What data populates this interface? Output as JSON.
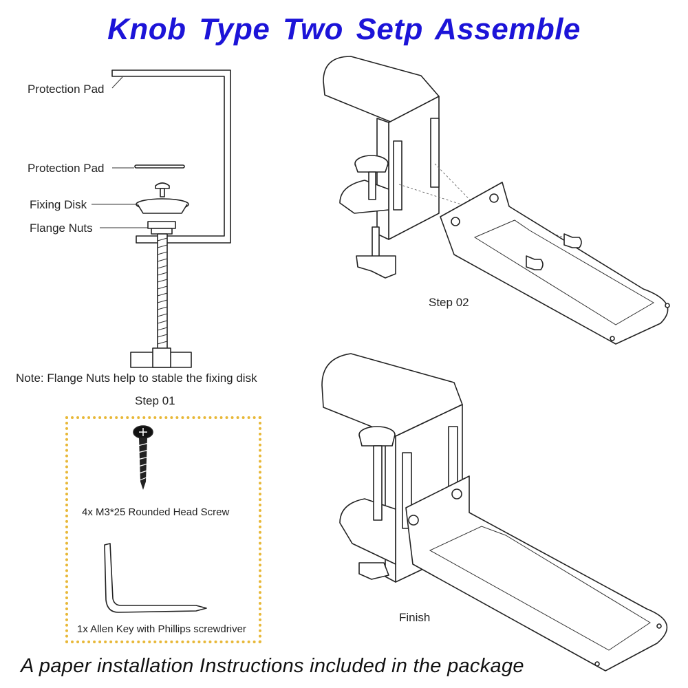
{
  "title": "Knob Type  Two Setp Assemble",
  "step01": {
    "labels": [
      "Protection Pad",
      "Protection Pad",
      "Fixing Disk",
      "Flange Nuts"
    ],
    "note": "Note: Flange Nuts help to stable the fixing disk",
    "caption": "Step 01"
  },
  "step02": {
    "caption": "Step 02"
  },
  "finish": {
    "caption": "Finish"
  },
  "package": {
    "screw_label": "4x M3*25 Rounded Head Screw",
    "key_label": "1x Allen Key with Phillips screwdriver",
    "border_color": "#e8b838"
  },
  "footer": "A paper installation Instructions included in the package",
  "colors": {
    "title": "#1c14d8",
    "line": "#222222"
  }
}
